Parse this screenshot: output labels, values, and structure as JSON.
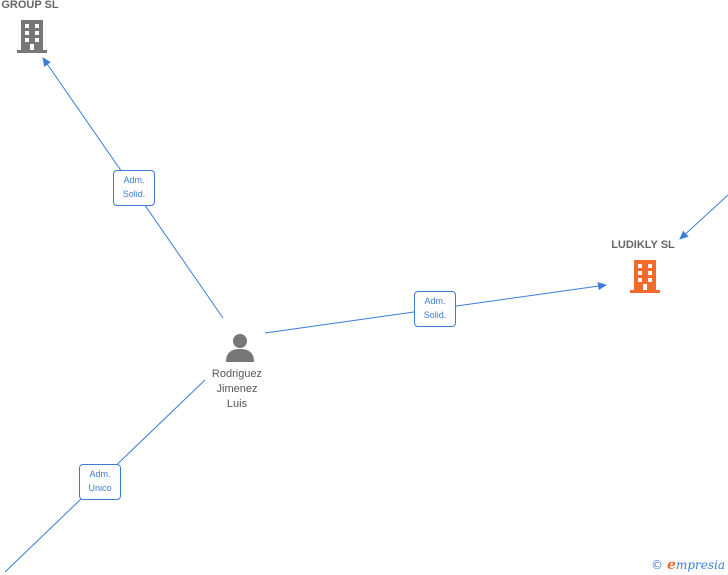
{
  "nodes": {
    "group": {
      "label": "GROUP  SL",
      "color": "#777777"
    },
    "ludikly": {
      "label": "LUDIKLY  SL",
      "color": "#f26b2a"
    },
    "person": {
      "label_line1": "Rodriguez",
      "label_line2": "Jimenez",
      "label_line3": "Luis",
      "color": "#777777"
    }
  },
  "relations": {
    "to_group": {
      "line1": "Adm.",
      "line2": "Solid."
    },
    "to_ludikly": {
      "line1": "Adm.",
      "line2": "Solid."
    },
    "to_bottom": {
      "line1": "Adm.",
      "line2": "Unico"
    }
  },
  "edge_color": "#3b7dd8",
  "footer": {
    "copyright": "©",
    "brand_e": "e",
    "brand_rest": "mpresia"
  }
}
